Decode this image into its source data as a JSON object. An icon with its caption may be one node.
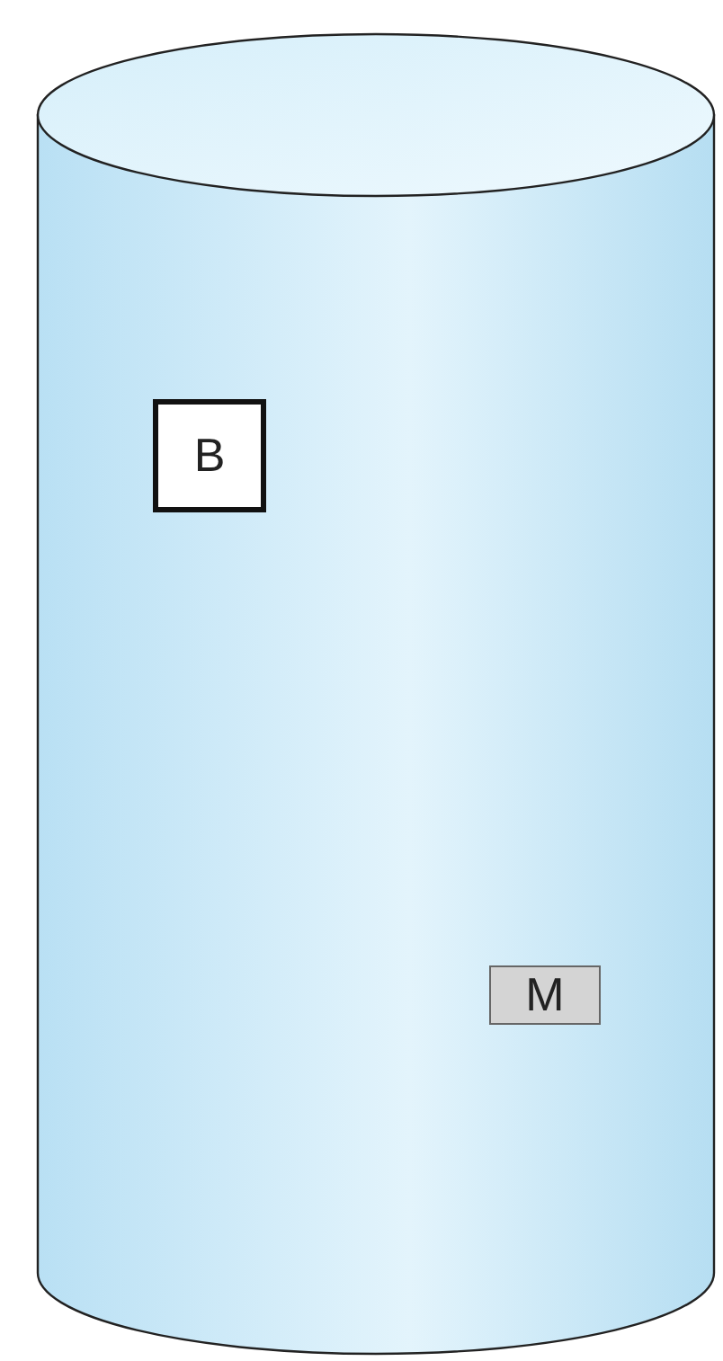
{
  "diagram": {
    "nodes": [
      {
        "text": [],
        "shape": "cylinder"
      },
      {
        "text": [
          "B"
        ],
        "in": 0
      },
      {
        "text": [
          "M"
        ],
        "in": 0
      }
    ]
  }
}
